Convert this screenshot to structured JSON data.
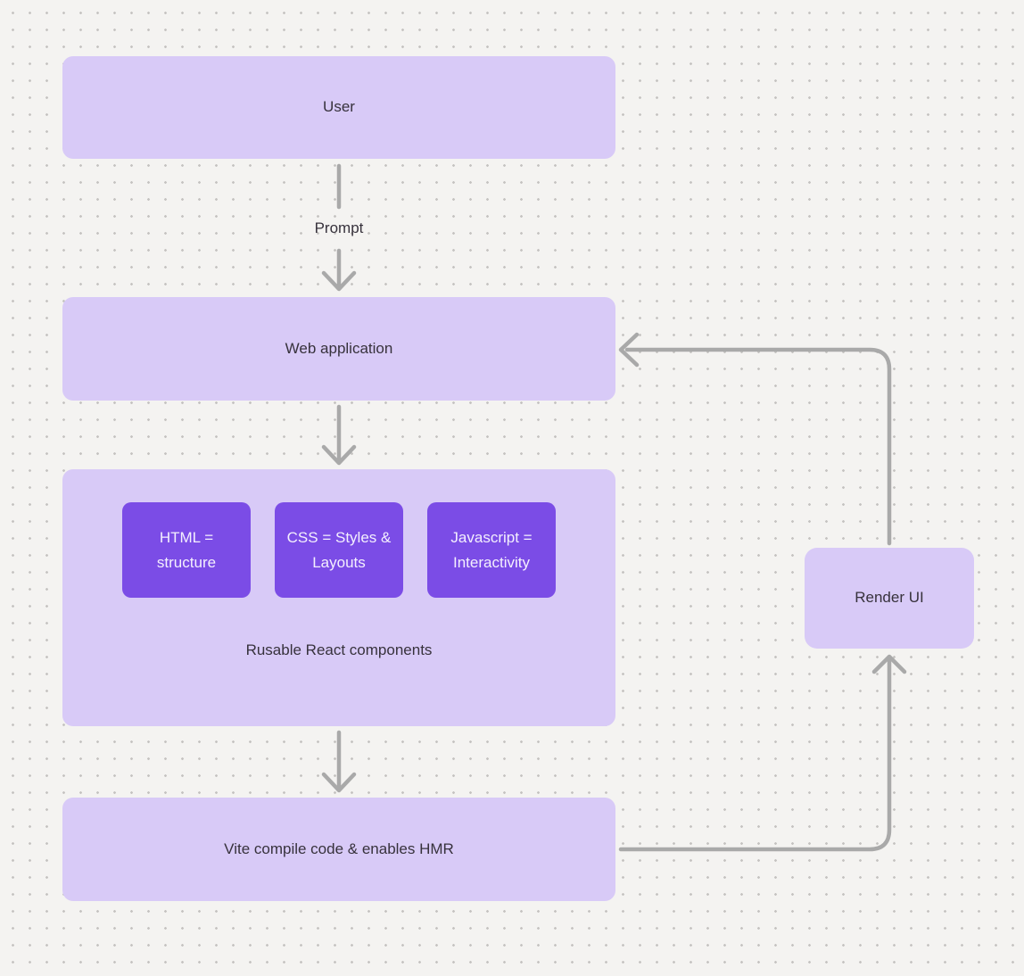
{
  "canvas": {
    "nodes": {
      "user": {
        "label": "User"
      },
      "web_application": {
        "label": "Web application"
      },
      "components_group": {
        "chips": [
          {
            "label": "HTML = structure"
          },
          {
            "label": "CSS = Styles & Layouts"
          },
          {
            "label": "Javascript = Interactivity"
          }
        ],
        "caption": "Rusable React components"
      },
      "vite": {
        "label": "Vite compile code & enables HMR"
      },
      "render_ui": {
        "label": "Render UI"
      }
    },
    "edges": {
      "prompt_label": "Prompt"
    },
    "colors": {
      "background": "#f4f3f1",
      "dot": "#c6c4c2",
      "node_fill": "#d8caf7",
      "chip_fill": "#7b4ce6",
      "chip_text": "#f4effe",
      "text": "#37323c",
      "arrow": "#a9a9a9"
    }
  }
}
